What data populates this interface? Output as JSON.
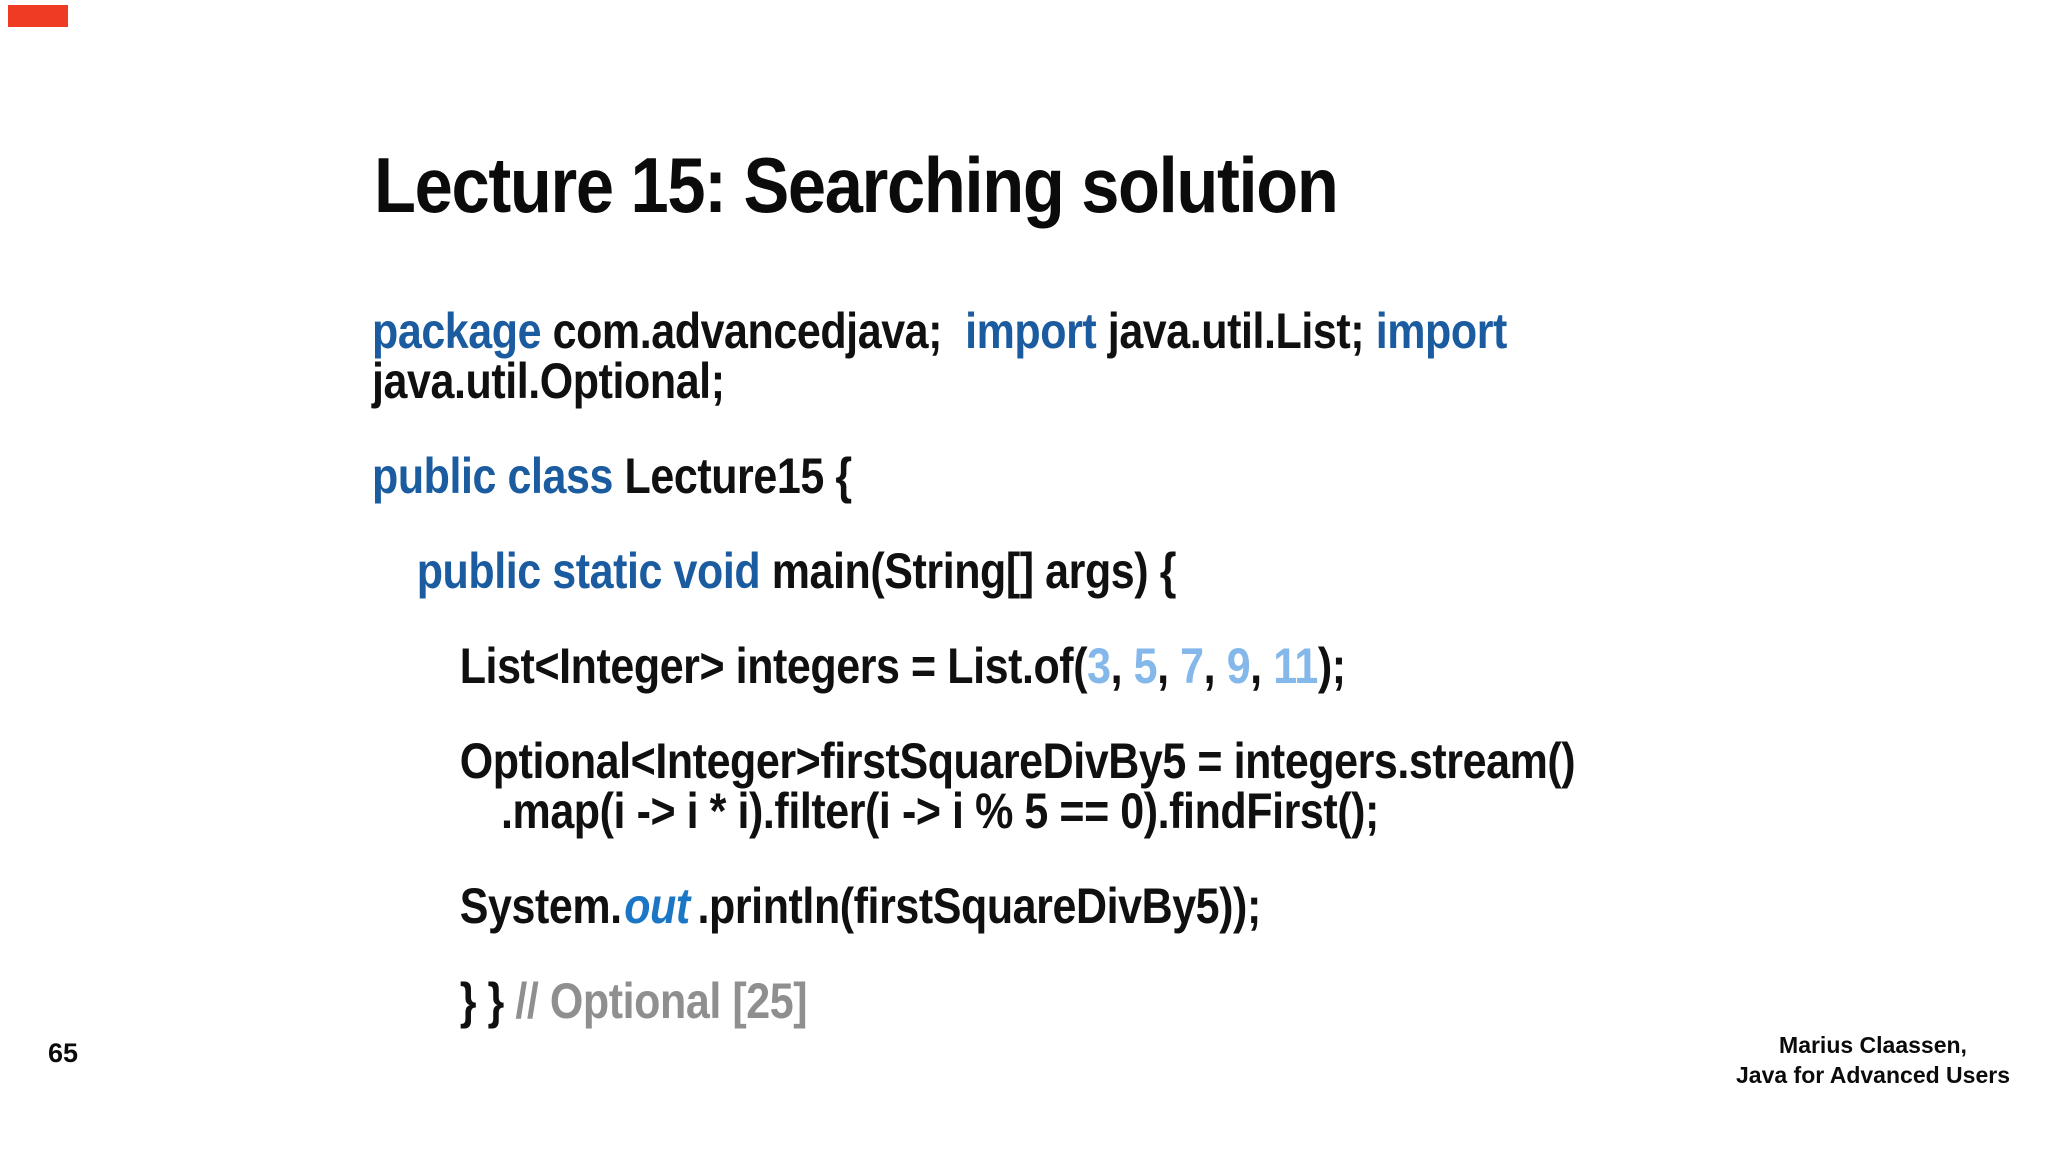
{
  "slide": {
    "title": "Lecture 15: Searching solution",
    "page_number": "65",
    "attribution": [
      "Marius Claassen,",
      "Java for Advanced Users"
    ]
  },
  "colors": {
    "keyword_blue": "#1a5c9f",
    "number_blue": "#85b8ea",
    "out_blue": "#1b77c5",
    "comment_gray": "#8f8f8f",
    "text_black": "#101010",
    "record_red": "#ef3b24"
  },
  "code": {
    "lines": [
      {
        "indent": 0,
        "para": false,
        "parts": [
          {
            "t": "package",
            "s": "kw"
          },
          {
            "t": " com.advancedjava;  ",
            "s": "pl"
          },
          {
            "t": "import",
            "s": "kw"
          },
          {
            "t": " java.util.List; ",
            "s": "pl"
          },
          {
            "t": "import",
            "s": "kw"
          }
        ]
      },
      {
        "indent": 0,
        "para": false,
        "parts": [
          {
            "t": "java.util.Optional;",
            "s": "pl"
          }
        ]
      },
      {
        "indent": 0,
        "para": true,
        "parts": [
          {
            "t": "public class",
            "s": "kw"
          },
          {
            "t": " Lecture15 {",
            "s": "pl"
          }
        ]
      },
      {
        "indent": 1,
        "para": true,
        "parts": [
          {
            "t": "public static void",
            "s": "kw"
          },
          {
            "t": " main(String[] args) {",
            "s": "pl"
          }
        ]
      },
      {
        "indent": 2,
        "para": true,
        "parts": [
          {
            "t": "List<Integer> integers = List.of(",
            "s": "pl"
          },
          {
            "t": "3",
            "s": "num"
          },
          {
            "t": ", ",
            "s": "pl"
          },
          {
            "t": "5",
            "s": "num"
          },
          {
            "t": ", ",
            "s": "pl"
          },
          {
            "t": "7",
            "s": "num"
          },
          {
            "t": ", ",
            "s": "pl"
          },
          {
            "t": "9",
            "s": "num"
          },
          {
            "t": ", ",
            "s": "pl"
          },
          {
            "t": "11",
            "s": "num"
          },
          {
            "t": ");",
            "s": "pl"
          }
        ]
      },
      {
        "indent": 2,
        "para": true,
        "parts": [
          {
            "t": "Optional<Integer>firstSquareDivBy5 = integers.stream()",
            "s": "pl"
          }
        ]
      },
      {
        "indent": 3,
        "para": false,
        "parts": [
          {
            "t": ".map(i -> i * i).filter(i -> i % 5 == 0).findFirst();",
            "s": "pl"
          }
        ]
      },
      {
        "indent": 2,
        "para": true,
        "parts": [
          {
            "t": "System.",
            "s": "pl"
          },
          {
            "t": "out",
            "s": "out"
          },
          {
            "t": ".println(firstSquareDivBy5));",
            "s": "pl"
          }
        ]
      },
      {
        "indent": 2,
        "para": true,
        "parts": [
          {
            "t": "} } ",
            "s": "pl"
          },
          {
            "t": "// Optional [25]",
            "s": "cm"
          }
        ]
      }
    ]
  }
}
